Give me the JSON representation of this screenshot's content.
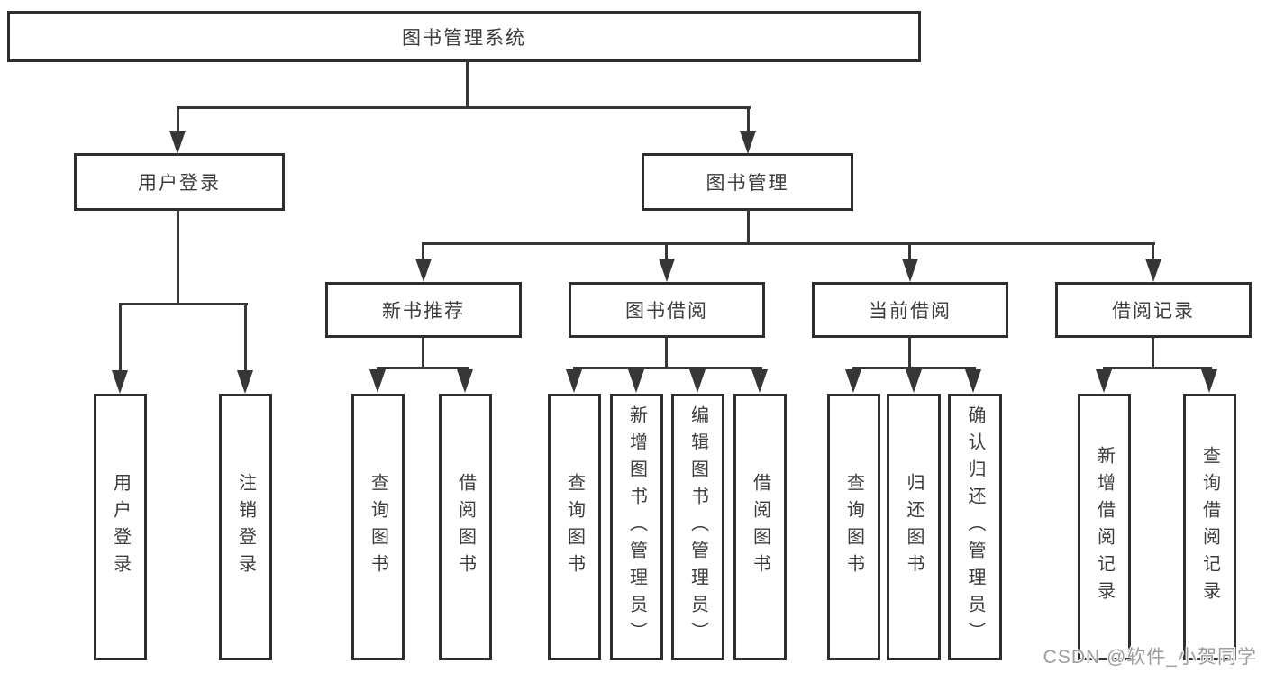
{
  "colors": {
    "line": "#363636",
    "box_border": "#2e2e2e",
    "box_background": "#ffffff",
    "text": "#3c3c40",
    "watermark_text": "#9d9da1"
  },
  "watermark": {
    "text": "CSDN @软件_小贺同学"
  },
  "tree": {
    "root": {
      "label": "图书管理系统"
    },
    "user_login": {
      "label": "用户登录",
      "children": {
        "login": {
          "label": "用户登录"
        },
        "logout": {
          "label": "注销登录"
        }
      }
    },
    "book_management": {
      "label": "图书管理",
      "children": {
        "new_book_recommend": {
          "label": "新书推荐",
          "children": {
            "query_book": {
              "label": "查询图书"
            },
            "borrow_book": {
              "label": "借阅图书"
            }
          }
        },
        "book_borrow": {
          "label": "图书借阅",
          "children": {
            "query_book": {
              "label": "查询图书"
            },
            "add_book": {
              "label": "新增图书（管理员）"
            },
            "edit_book": {
              "label": "编辑图书（管理员）"
            },
            "borrow_book": {
              "label": "借阅图书"
            }
          }
        },
        "current_borrow": {
          "label": "当前借阅",
          "children": {
            "query_book": {
              "label": "查询图书"
            },
            "return_book": {
              "label": "归还图书"
            },
            "confirm_return": {
              "label": "确认归还（管理员）"
            }
          }
        },
        "borrow_records": {
          "label": "借阅记录",
          "children": {
            "add_record": {
              "label": "新增借阅记录"
            },
            "query_record": {
              "label": "查询借阅记录"
            }
          }
        }
      }
    }
  }
}
